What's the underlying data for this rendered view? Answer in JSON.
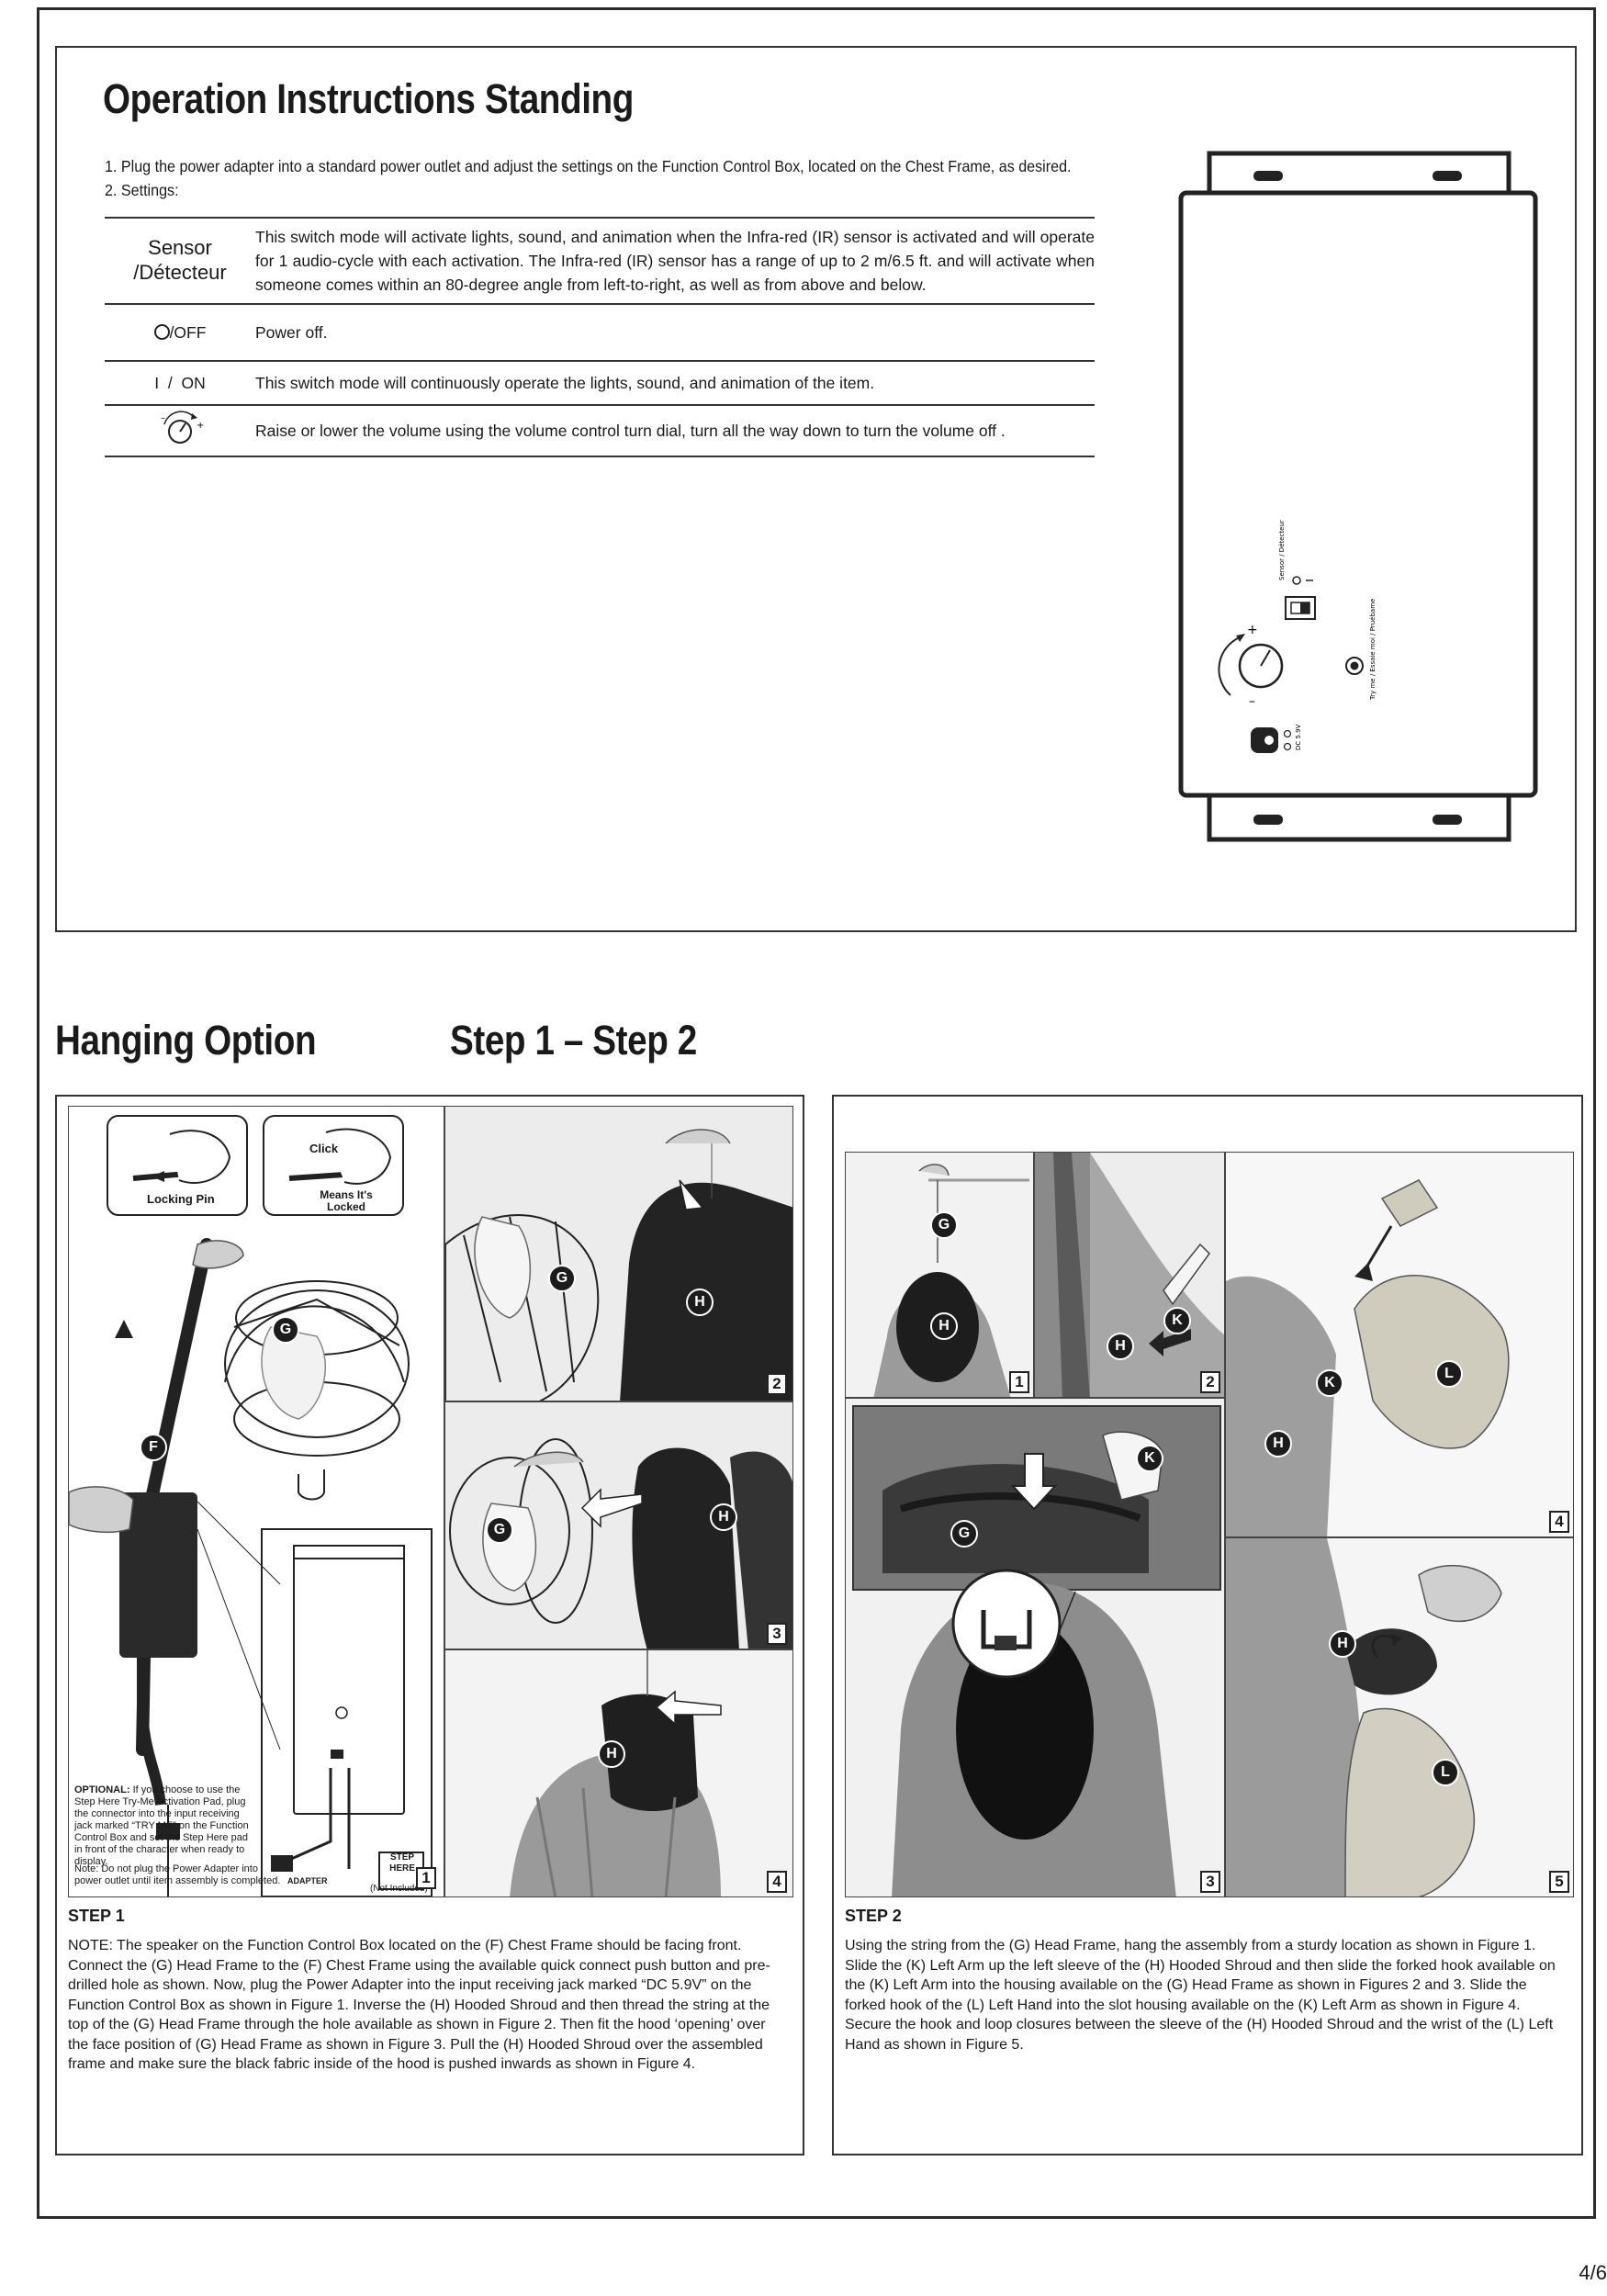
{
  "operation": {
    "title": "Operation Instructions Standing",
    "intro_1": "1. Plug the power adapter into a standard power outlet and adjust the settings on the Function Control Box, located on the Chest Frame, as desired.",
    "intro_2": "2. Settings:",
    "settings": [
      {
        "label": "Sensor /Détecteur",
        "description": "This switch mode will activate lights, sound, and animation when the Infra-red (IR) sensor is activated and will operate for 1 audio-cycle with each activation. The Infra-red (IR) sensor has a range of up to 2 m/6.5 ft. and will activate when someone comes within an 80-degree angle from left-to-right, as well as from above and below."
      },
      {
        "label": "/OFF",
        "description": "Power off."
      },
      {
        "label": "I  /  ON",
        "description": "This switch mode will continuously operate the lights, sound, and animation of the item."
      },
      {
        "label": "",
        "icon": "volume-dial-icon",
        "description": "Raise or lower the volume using the volume control turn dial, turn all the way down to turn the volume off ."
      }
    ],
    "control_box": {
      "sensor_label": "Sensor / Détecteur",
      "try_label": "Try me / Essaie moi / Pruébame",
      "dc_label": "DC 5.9V"
    }
  },
  "hanging": {
    "title": "Hanging Option",
    "steps_title": "Step 1 – Step 2",
    "step1": {
      "heading": "STEP 1",
      "text": "NOTE: The speaker on the Function Control Box located on the (F) Chest Frame should be facing front. Connect the (G) Head Frame to the (F) Chest Frame using the available quick connect push button and pre-drilled hole as shown. Now, plug the Power Adapter into the input receiving jack marked “DC 5.9V” on the Function Control Box as shown in Figure 1. Inverse the (H) Hooded Shroud and then thread the string at the top of the (G) Head Frame through the hole available as shown in Figure 2. Then fit the hood ‘opening’ over the face position of (G) Head Frame as shown in Figure 3. Pull the (H) Hooded Shroud over the assembled frame and make sure the black fabric inside of the hood is pushed inwards as shown in Figure 4.",
      "locking_pin": "Locking Pin",
      "click": "Click",
      "means_locked": "Means It's Locked",
      "optional_bold": "OPTIONAL:",
      "optional_text": "If you choose to use the Step Here Try-Me Activation Pad, plug the connector into the input receiving jack marked “TRY ME” on the Function Control Box and set the Step Here pad in front of the character when ready to display.",
      "note_text": "Note: Do not plug the Power Adapter into power outlet until item assembly is completed.",
      "adapter": "ADAPTER",
      "step_here": "STEP HERE",
      "not_included": "(Not Included)"
    },
    "step2": {
      "heading": "STEP 2",
      "text": "Using the string from the (G) Head Frame, hang the assembly from a sturdy location as shown in Figure 1. Slide the (K) Left Arm up the left sleeve of the (H) Hooded Shroud and then slide the forked hook available on the (K) Left Arm into the housing available on the (G) Head Frame as shown in Figures 2 and 3. Slide the forked hook of the (L) Left Hand into the slot housing available on the (K) Left Arm as shown in Figure 4. Secure the hook and loop closures between the sleeve of the (H) Hooded Shroud and the wrist of the (L) Left Hand as shown in Figure 5."
    },
    "figure_numbers": [
      "1",
      "2",
      "3",
      "4",
      "5"
    ],
    "part_letters": {
      "F": "F",
      "G": "G",
      "H": "H",
      "K": "K",
      "L": "L"
    }
  },
  "page_number": "4/6"
}
